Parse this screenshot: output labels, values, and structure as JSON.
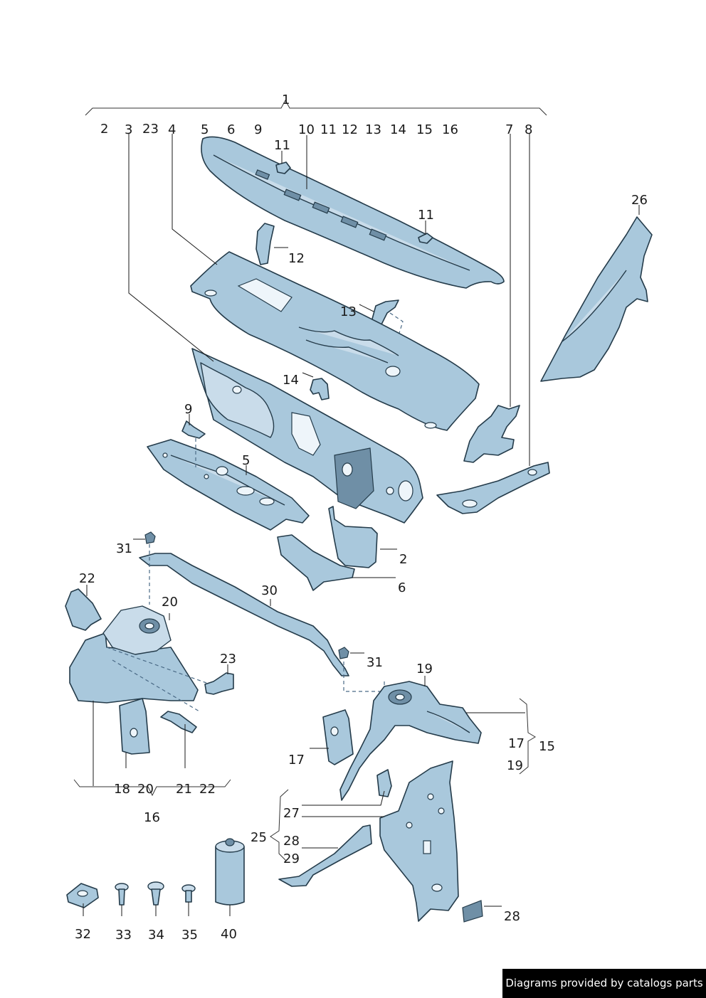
{
  "callouts": [
    "1",
    "2",
    "3",
    "23",
    "4",
    "5",
    "6",
    "9",
    "10",
    "11",
    "12",
    "13",
    "14",
    "15",
    "16",
    "7",
    "8",
    "26",
    "2",
    "6",
    "31",
    "30",
    "22",
    "20",
    "23",
    "31",
    "19",
    "17",
    "15",
    "19",
    "17",
    "18",
    "20",
    "21",
    "22",
    "16",
    "27",
    "25",
    "28",
    "29",
    "28",
    "32",
    "33",
    "34",
    "35",
    "40",
    "12",
    "13",
    "14",
    "9",
    "5",
    "11",
    "11"
  ],
  "footer": "Diagrams provided by catalogs parts"
}
